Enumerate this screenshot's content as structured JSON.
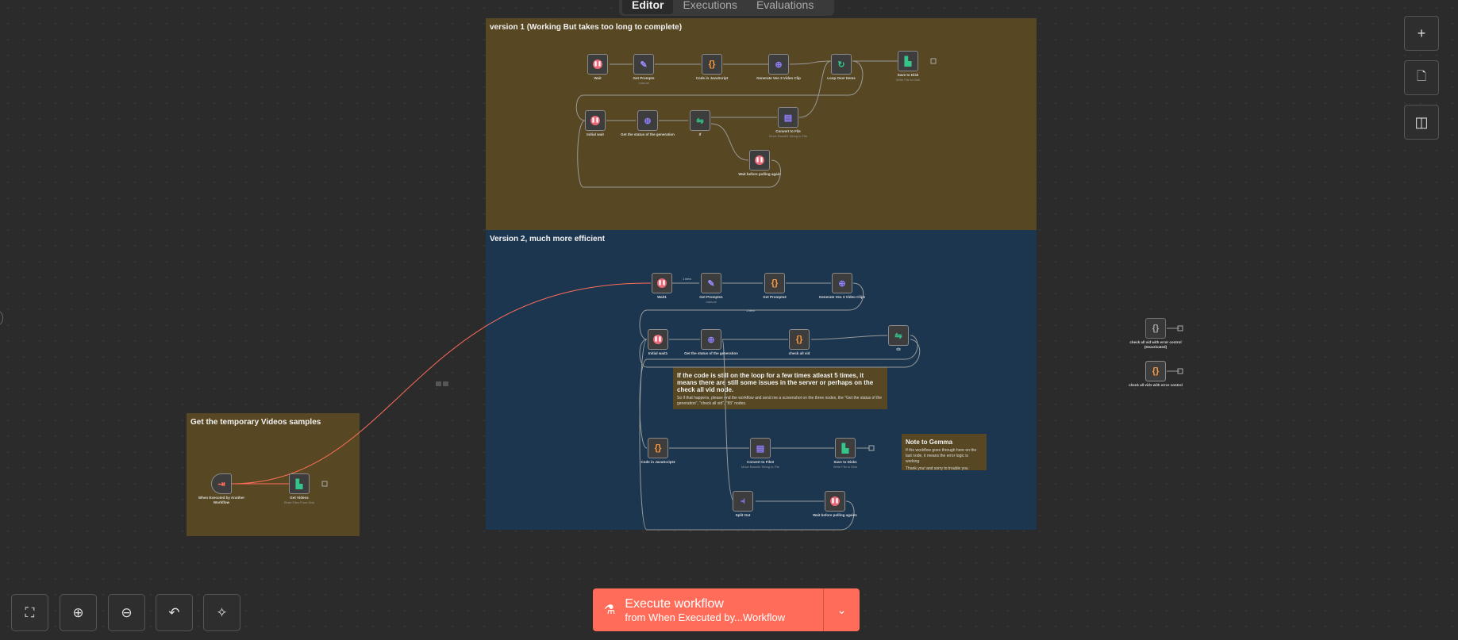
{
  "tabs": [
    {
      "label": "Editor",
      "active": true
    },
    {
      "label": "Executions",
      "active": false
    },
    {
      "label": "Evaluations",
      "active": false
    }
  ],
  "sticky_notes": {
    "version1": {
      "title": "version 1 (Working But takes too long to complete)"
    },
    "version2": {
      "title": "Version 2, much more efficient"
    },
    "temp_videos": {
      "title": "Get the temporary Videos samples"
    },
    "loop_warning": {
      "title": "If the code is still on the loop for a few times atleast 5 times, it means there are still some issues in the server or perhaps on the check all vid node.",
      "text": "So if that happens, please end the workflow and send me a screenshot on the three nodes, the \"Get the status of the generation\", \"check all vid\", \"If3\" nodes."
    },
    "gemma_note": {
      "title": "Note to Gemma",
      "text1": "If the workflow goes through here on the last node, it means the error logic is working",
      "text2": "Thank you! and sorry to trouble you"
    }
  },
  "nodes": {
    "wait": {
      "label": "Wait",
      "icon": "pause-icon"
    },
    "get_prompts": {
      "label": "Get Prompts",
      "sub": "manual",
      "icon": "pen-icon"
    },
    "code_js": {
      "label": "Code in JavaScript",
      "icon": "code-icon"
    },
    "gen_veo": {
      "label": "Generate Veo 3 Video Clip",
      "icon": "globe-icon"
    },
    "loop": {
      "label": "Loop Over Items",
      "icon": "loop-icon"
    },
    "save_disk": {
      "label": "Save to Disk",
      "sub": "Write File to Disk",
      "icon": "disk-icon"
    },
    "initial_wait": {
      "label": "Initial wait",
      "icon": "pause-icon"
    },
    "get_status": {
      "label": "Get the status of the generation",
      "icon": "globe-icon"
    },
    "if": {
      "label": "If",
      "icon": "if-icon"
    },
    "convert": {
      "label": "Convert to File",
      "sub": "Move Base64 String to File",
      "icon": "file-icon"
    },
    "wait_poll": {
      "label": "Wait before polling again",
      "icon": "pause-icon"
    },
    "wait1": {
      "label": "Wait1",
      "icon": "pause-icon"
    },
    "get_prompts1": {
      "label": "Get Prompts1",
      "sub": "manual",
      "icon": "pen-icon"
    },
    "get_prompts2": {
      "label": "Get Prompts2",
      "icon": "code-icon"
    },
    "gen_veo1": {
      "label": "Generate Veo 3 Video Clip1",
      "icon": "globe-icon"
    },
    "initial_wait1": {
      "label": "Initial wait1",
      "icon": "pause-icon"
    },
    "get_status1": {
      "label": "Get the status of the generation",
      "icon": "globe-icon"
    },
    "check_all": {
      "label": "check all vid",
      "icon": "code-icon"
    },
    "if3": {
      "label": "If3",
      "icon": "if-icon"
    },
    "code_js3": {
      "label": "Code in JavaScript3",
      "icon": "code-icon"
    },
    "convert3": {
      "label": "Convert to File3",
      "sub": "Move Base64 String to File",
      "icon": "file-icon"
    },
    "save_disk1": {
      "label": "Save to Disk1",
      "sub": "Write File to Disk",
      "icon": "disk-icon"
    },
    "split_out": {
      "label": "Split Out",
      "icon": "split-icon"
    },
    "wait_poll1": {
      "label": "Wait before polling again1",
      "icon": "pause-icon"
    },
    "trigger": {
      "label": "When Executed by Another Workflow",
      "icon": "trigger-icon"
    },
    "get_videos": {
      "label": "Get Videos",
      "sub": "Read Files From Disk",
      "icon": "disk-icon"
    },
    "check_err_deact": {
      "label": "check all vid with error control (Deactivated)",
      "icon": "code-icon"
    },
    "check_err": {
      "label": "check all vid1 with error control",
      "icon": "code-icon"
    }
  },
  "edge_labels": {
    "item1": "1 item",
    "item2": "1 item"
  },
  "side_buttons": [
    {
      "name": "add-node-button",
      "icon": "plus-icon",
      "glyph": "+"
    },
    {
      "name": "sticky-note-button",
      "icon": "note-icon",
      "glyph": "🗋"
    },
    {
      "name": "toggle-panel-button",
      "icon": "panel-icon",
      "glyph": "◫"
    }
  ],
  "controls": [
    {
      "name": "fit-view-button",
      "icon": "fit-view-icon",
      "glyph": "⛶"
    },
    {
      "name": "zoom-in-button",
      "icon": "zoom-in-icon",
      "glyph": "⊕"
    },
    {
      "name": "zoom-out-button",
      "icon": "zoom-out-icon",
      "glyph": "⊖"
    },
    {
      "name": "undo-button",
      "icon": "undo-icon",
      "glyph": "↶"
    },
    {
      "name": "tidy-up-button",
      "icon": "broom-icon",
      "glyph": "✧"
    }
  ],
  "execute": {
    "title": "Execute workflow",
    "subtitle": "from When Executed by...Workflow",
    "icon": "flask-icon"
  },
  "colors": {
    "accent": "#ff6d5a",
    "sticky_brown": "#574823",
    "sticky_blue": "#1c3650"
  }
}
